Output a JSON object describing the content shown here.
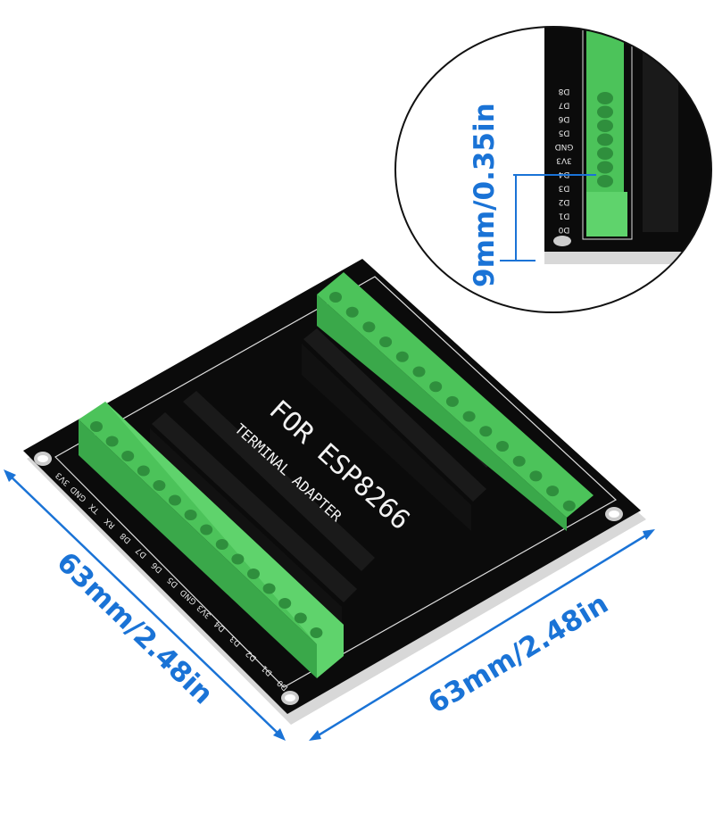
{
  "product": {
    "board_title": "FOR ESP8266",
    "board_subtitle": "TERMINAL ADAPTER",
    "left_pin_labels": [
      "3V3",
      "GND",
      "TX",
      "RX",
      "D8",
      "D7",
      "D6",
      "D5",
      "GND",
      "3V3",
      "D4",
      "D3",
      "D2",
      "D1",
      "D0"
    ],
    "inset_pin_labels": [
      "D8",
      "D7",
      "D6",
      "D5",
      "GND",
      "3V3",
      "D4",
      "D3",
      "D2",
      "D1",
      "D0"
    ]
  },
  "dimensions": {
    "left_side": "63mm/2.48in",
    "right_side": "63mm/2.48in",
    "terminal_height": "9mm/0.35in"
  },
  "colors": {
    "dimension_blue": "#1a73d6",
    "terminal_green": "#4cc35a",
    "board_black": "#0b0b0b"
  }
}
